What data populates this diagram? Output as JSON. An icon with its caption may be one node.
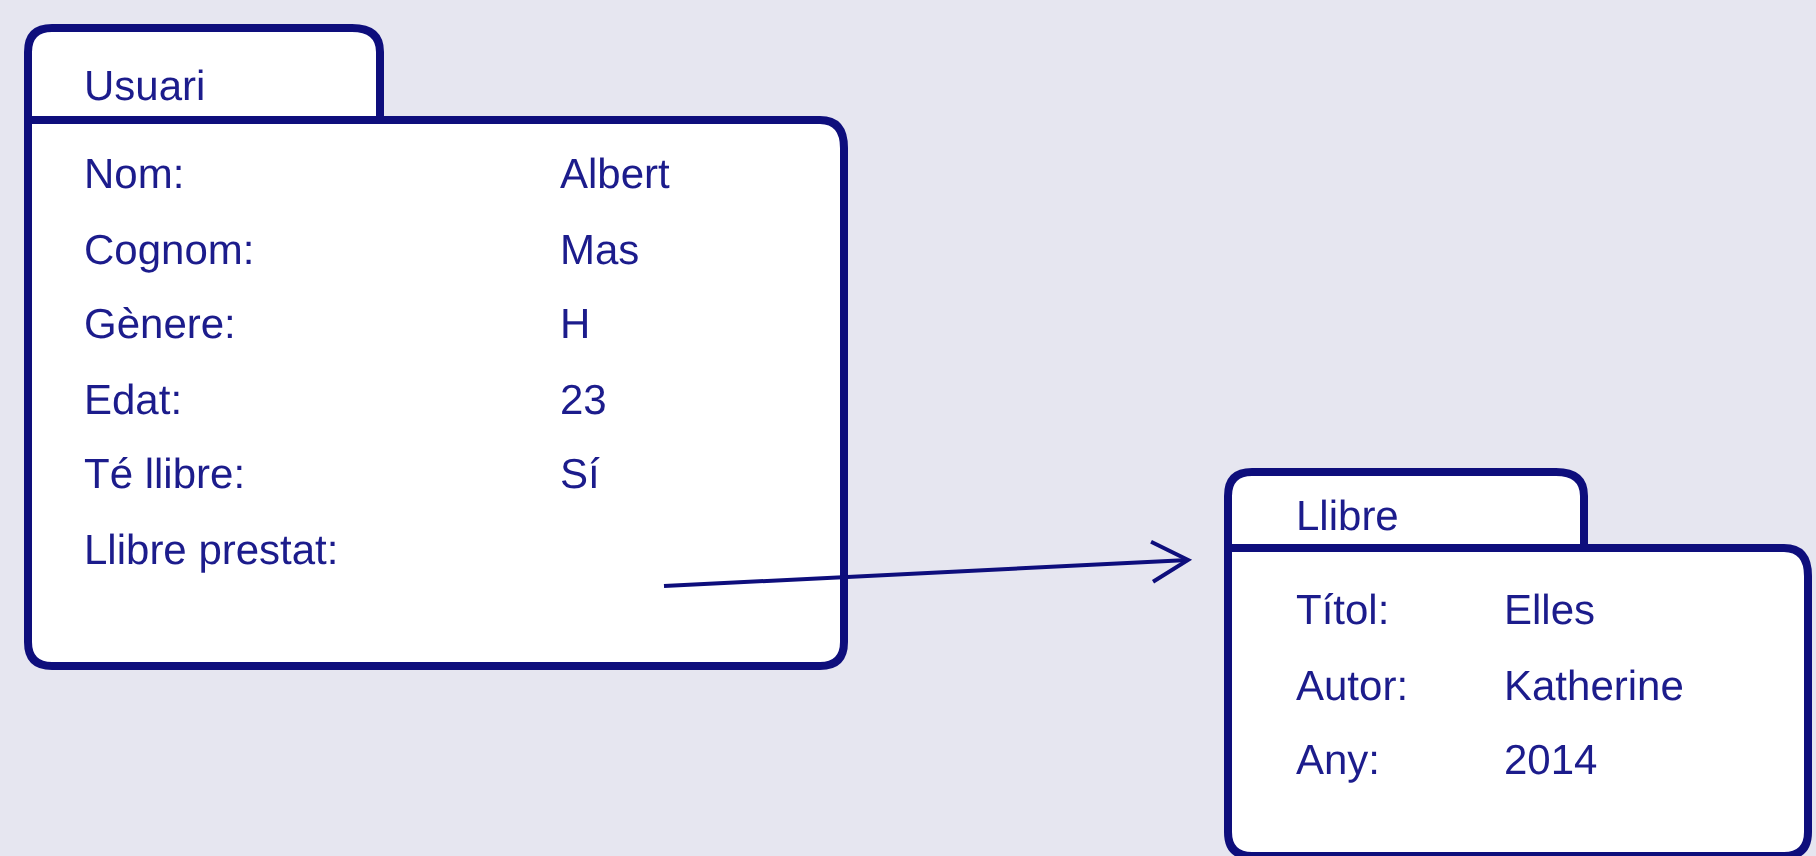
{
  "diagram": {
    "nodes": [
      {
        "text": [
          "Usuari",
          "Nom:",
          "Albert",
          "Cognom:",
          "Mas",
          "Gènere:",
          "H",
          "Edat:",
          "23",
          "Té llibre:",
          "Sí",
          "Llibre prestat:"
        ]
      },
      {
        "text": [
          "Llibre",
          "Títol:",
          "Elles",
          "Autor:",
          "Katherine",
          "Any:",
          "2014"
        ]
      }
    ],
    "edges": [
      {
        "from": 0,
        "to": 1,
        "arrow": "to"
      }
    ]
  }
}
